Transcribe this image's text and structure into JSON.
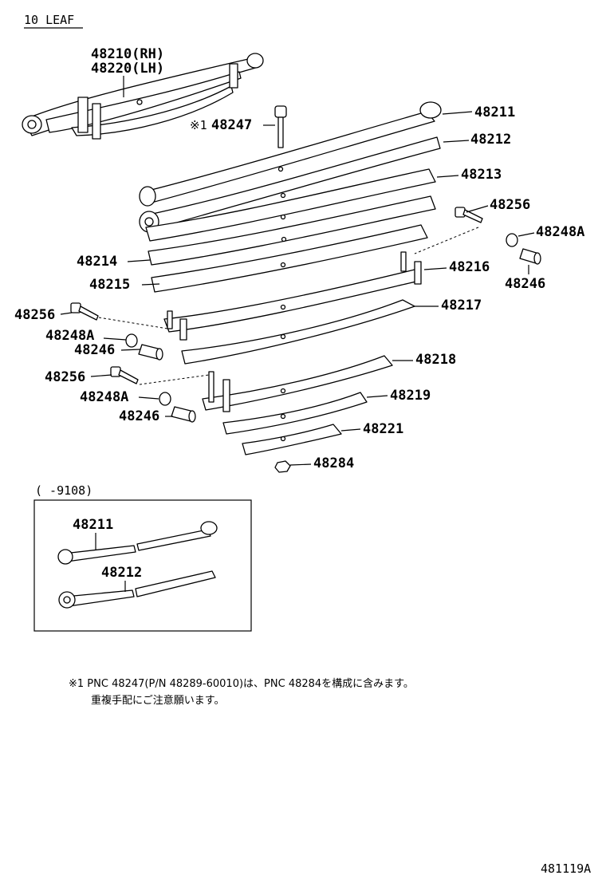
{
  "header": {
    "title": "10 LEAF"
  },
  "assembly": {
    "rh": "48210(RH)",
    "lh": "48220(LH)"
  },
  "labels": {
    "p48211": "48211",
    "p48247": "48247",
    "p48247_mark": "※1",
    "p48212": "48212",
    "p48213": "48213",
    "p48256_a": "48256",
    "p48248a_a": "48248A",
    "p48246_a": "48246",
    "p48214": "48214",
    "p48216": "48216",
    "p48215": "48215",
    "p48217": "48217",
    "p48256_b": "48256",
    "p48248a_b": "48248A",
    "p48246_b": "48246",
    "p48218": "48218",
    "p48256_c": "48256",
    "p48219": "48219",
    "p48248a_c": "48248A",
    "p48246_c": "48246",
    "p48221": "48221",
    "p48284": "48284"
  },
  "inset": {
    "range": "(      -9108)",
    "p48211": "48211",
    "p48212": "48212"
  },
  "footnote": {
    "line1": "※1  PNC 48247(P/N 48289-60010)は、PNC 48284を構成に含みます。",
    "line2": "重複手配にご注意願います。"
  },
  "figure_id": "481119A"
}
